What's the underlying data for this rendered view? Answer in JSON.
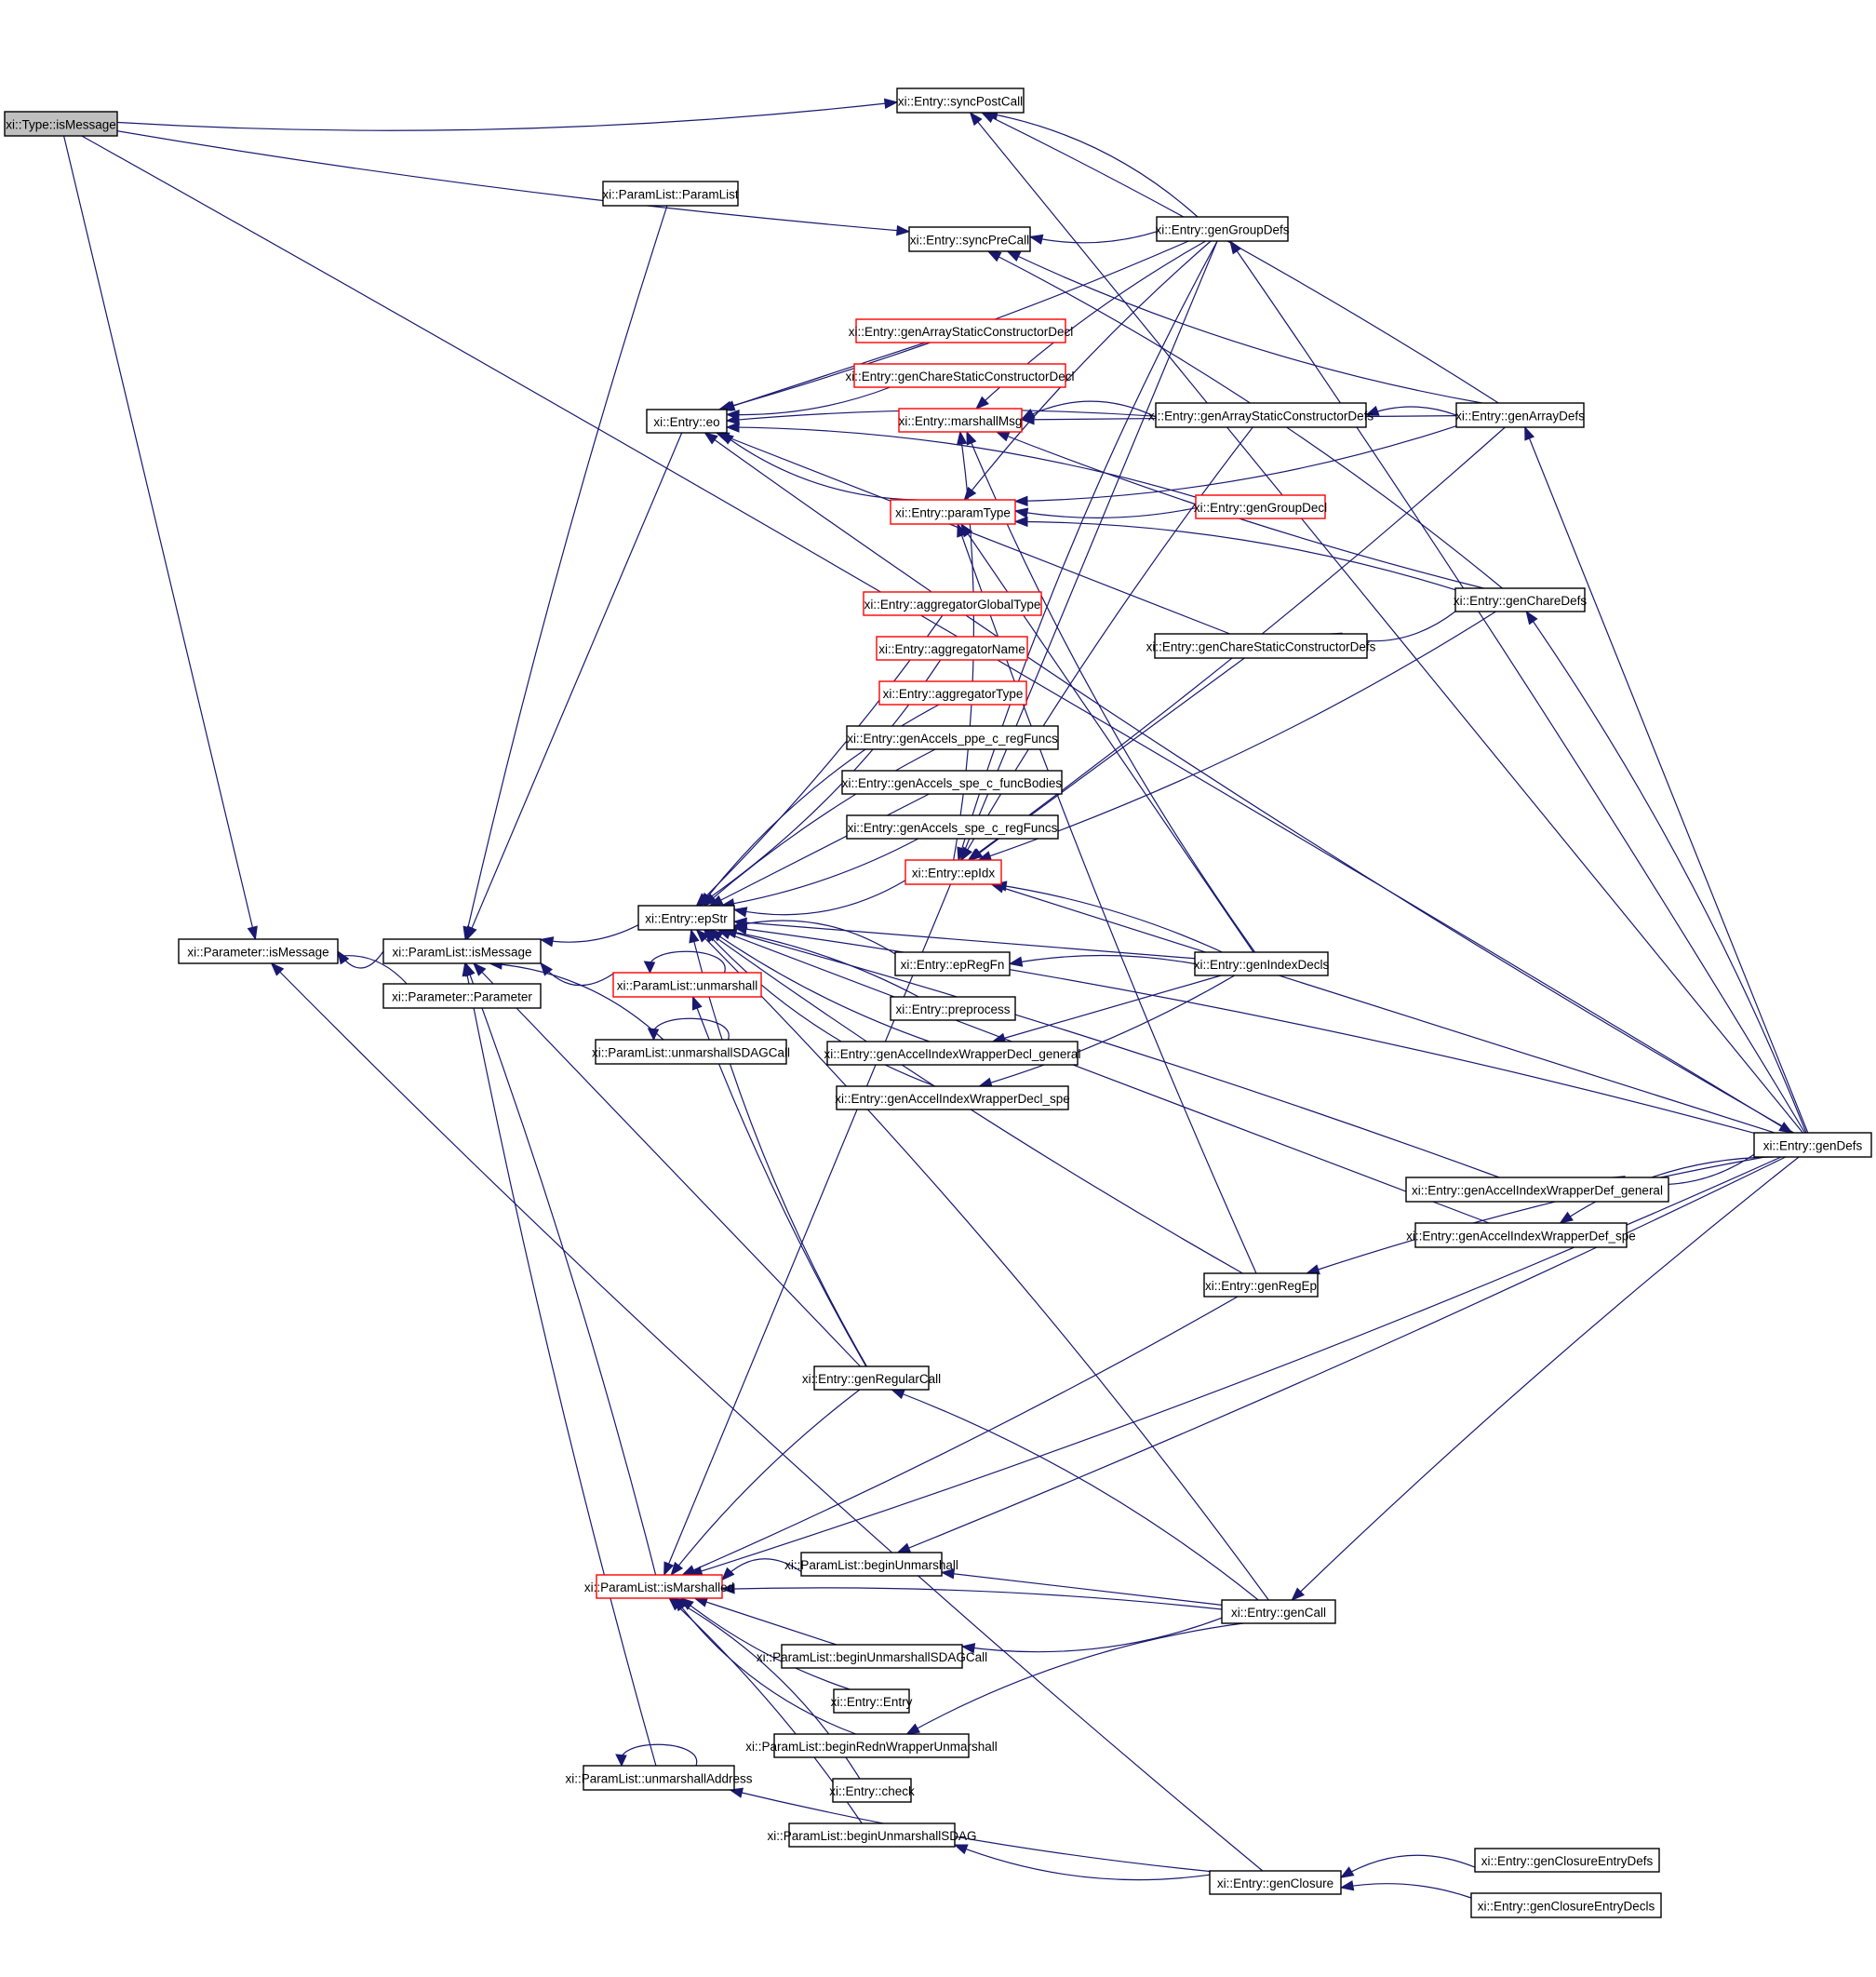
{
  "title": "Caller graph for xi::Type::isMessage",
  "colors": {
    "edge": "#191970",
    "border_default": "#000000",
    "border_truncated": "#ff0000",
    "root_fill": "#bfbfbf"
  },
  "nodes": [
    {
      "id": "type_isMessage",
      "label": "xi::Type::isMessage",
      "style": "root"
    },
    {
      "id": "syncPostCall",
      "label": "xi::Entry::syncPostCall",
      "style": "normal"
    },
    {
      "id": "syncPreCall",
      "label": "xi::Entry::syncPreCall",
      "style": "normal"
    },
    {
      "id": "genGroupDefs",
      "label": "xi::Entry::genGroupDefs",
      "style": "normal"
    },
    {
      "id": "paramList_ctor",
      "label": "xi::ParamList::ParamList",
      "style": "normal"
    },
    {
      "id": "genArrayStaticConstructorDecl",
      "label": "xi::Entry::genArrayStaticConstructorDecl",
      "style": "red"
    },
    {
      "id": "genChareStaticConstructorDecl",
      "label": "xi::Entry::genChareStaticConstructorDecl",
      "style": "red"
    },
    {
      "id": "marshallMsg",
      "label": "xi::Entry::marshallMsg",
      "style": "red"
    },
    {
      "id": "eo",
      "label": "xi::Entry::eo",
      "style": "normal"
    },
    {
      "id": "genArrayStaticConstructorDefs",
      "label": "xi::Entry::genArrayStaticConstructorDefs",
      "style": "normal"
    },
    {
      "id": "genArrayDefs",
      "label": "xi::Entry::genArrayDefs",
      "style": "normal"
    },
    {
      "id": "genGroupDecl",
      "label": "xi::Entry::genGroupDecl",
      "style": "red"
    },
    {
      "id": "paramType",
      "label": "xi::Entry::paramType",
      "style": "red"
    },
    {
      "id": "genChareDefs",
      "label": "xi::Entry::genChareDefs",
      "style": "normal"
    },
    {
      "id": "genChareStaticConstructorDefs",
      "label": "xi::Entry::genChareStaticConstructorDefs",
      "style": "normal"
    },
    {
      "id": "aggregatorGlobalType",
      "label": "xi::Entry::aggregatorGlobalType",
      "style": "red"
    },
    {
      "id": "aggregatorName",
      "label": "xi::Entry::aggregatorName",
      "style": "red"
    },
    {
      "id": "aggregatorType",
      "label": "xi::Entry::aggregatorType",
      "style": "red"
    },
    {
      "id": "genAccels_ppe_c_regFuncs",
      "label": "xi::Entry::genAccels_ppe_c_regFuncs",
      "style": "normal"
    },
    {
      "id": "genAccels_spe_c_funcBodies",
      "label": "xi::Entry::genAccels_spe_c_funcBodies",
      "style": "normal"
    },
    {
      "id": "genAccels_spe_c_regFuncs",
      "label": "xi::Entry::genAccels_spe_c_regFuncs",
      "style": "normal"
    },
    {
      "id": "epIdx",
      "label": "xi::Entry::epIdx",
      "style": "red"
    },
    {
      "id": "epStr",
      "label": "xi::Entry::epStr",
      "style": "normal"
    },
    {
      "id": "epRegFn",
      "label": "xi::Entry::epRegFn",
      "style": "normal"
    },
    {
      "id": "unmarshall",
      "label": "xi::ParamList::unmarshall",
      "style": "red"
    },
    {
      "id": "preprocess",
      "label": "xi::Entry::preprocess",
      "style": "normal"
    },
    {
      "id": "unmarshallSDAGCall",
      "label": "xi::ParamList::unmarshallSDAGCall",
      "style": "normal"
    },
    {
      "id": "genIndexDecls",
      "label": "xi::Entry::genIndexDecls",
      "style": "normal"
    },
    {
      "id": "genAccelIndexWrapperDecl_general",
      "label": "xi::Entry::genAccelIndexWrapperDecl_general",
      "style": "normal"
    },
    {
      "id": "genAccelIndexWrapperDecl_spe",
      "label": "xi::Entry::genAccelIndexWrapperDecl_spe",
      "style": "normal"
    },
    {
      "id": "genDefs",
      "label": "xi::Entry::genDefs",
      "style": "normal"
    },
    {
      "id": "parameter_isMessage",
      "label": "xi::Parameter::isMessage",
      "style": "normal"
    },
    {
      "id": "paramList_isMessage",
      "label": "xi::ParamList::isMessage",
      "style": "normal"
    },
    {
      "id": "parameter_ctor",
      "label": "xi::Parameter::Parameter",
      "style": "normal"
    },
    {
      "id": "genAccelIndexWrapperDef_general",
      "label": "xi::Entry::genAccelIndexWrapperDef_general",
      "style": "normal"
    },
    {
      "id": "genAccelIndexWrapperDef_spe",
      "label": "xi::Entry::genAccelIndexWrapperDef_spe",
      "style": "normal"
    },
    {
      "id": "genRegEp",
      "label": "xi::Entry::genRegEp",
      "style": "normal"
    },
    {
      "id": "genRegularCall",
      "label": "xi::Entry::genRegularCall",
      "style": "normal"
    },
    {
      "id": "beginUnmarshall",
      "label": "xi::ParamList::beginUnmarshall",
      "style": "normal"
    },
    {
      "id": "isMarshalled",
      "label": "xi::ParamList::isMarshalled",
      "style": "red"
    },
    {
      "id": "genCall",
      "label": "xi::Entry::genCall",
      "style": "normal"
    },
    {
      "id": "beginUnmarshallSDAGCall",
      "label": "xi::ParamList::beginUnmarshallSDAGCall",
      "style": "normal"
    },
    {
      "id": "entry_ctor",
      "label": "xi::Entry::Entry",
      "style": "normal"
    },
    {
      "id": "beginRednWrapperUnmarshall",
      "label": "xi::ParamList::beginRednWrapperUnmarshall",
      "style": "normal"
    },
    {
      "id": "unmarshallAddress",
      "label": "xi::ParamList::unmarshallAddress",
      "style": "normal"
    },
    {
      "id": "check",
      "label": "xi::Entry::check",
      "style": "normal"
    },
    {
      "id": "beginUnmarshallSDAG",
      "label": "xi::ParamList::beginUnmarshallSDAG",
      "style": "normal"
    },
    {
      "id": "genClosure",
      "label": "xi::Entry::genClosure",
      "style": "normal"
    },
    {
      "id": "genClosureEntryDefs",
      "label": "xi::Entry::genClosureEntryDefs",
      "style": "normal"
    },
    {
      "id": "genClosureEntryDecls",
      "label": "xi::Entry::genClosureEntryDecls",
      "style": "normal"
    }
  ],
  "edges": [
    [
      "syncPostCall",
      "type_isMessage"
    ],
    [
      "syncPreCall",
      "type_isMessage"
    ],
    [
      "parameter_isMessage",
      "type_isMessage"
    ],
    [
      "genDefs",
      "type_isMessage"
    ],
    [
      "parameter_isMessage",
      "paramList_isMessage"
    ],
    [
      "parameter_isMessage",
      "parameter_ctor"
    ],
    [
      "paramList_isMessage",
      "paramList_ctor"
    ],
    [
      "paramList_isMessage",
      "eo"
    ],
    [
      "paramList_isMessage",
      "epStr"
    ],
    [
      "paramList_isMessage",
      "unmarshall"
    ],
    [
      "paramList_isMessage",
      "unmarshallSDAGCall"
    ],
    [
      "paramList_isMessage",
      "isMarshalled"
    ],
    [
      "paramList_isMessage",
      "genRegularCall"
    ],
    [
      "paramList_isMessage",
      "unmarshallAddress"
    ],
    [
      "parameter_isMessage",
      "genClosure"
    ],
    [
      "syncPostCall",
      "genGroupDefs"
    ],
    [
      "syncPostCall",
      "genArrayDefs"
    ],
    [
      "syncPostCall",
      "genDefs"
    ],
    [
      "syncPreCall",
      "genGroupDefs"
    ],
    [
      "syncPreCall",
      "genArrayDefs"
    ],
    [
      "syncPreCall",
      "genChareDefs"
    ],
    [
      "genGroupDefs",
      "genDefs"
    ],
    [
      "eo",
      "genArrayStaticConstructorDecl"
    ],
    [
      "eo",
      "genChareStaticConstructorDecl"
    ],
    [
      "eo",
      "paramType"
    ],
    [
      "eo",
      "genGroupDecl"
    ],
    [
      "eo",
      "genArrayStaticConstructorDefs"
    ],
    [
      "eo",
      "genChareStaticConstructorDefs"
    ],
    [
      "eo",
      "genGroupDefs"
    ],
    [
      "eo",
      "genDefs"
    ],
    [
      "marshallMsg",
      "genArrayStaticConstructorDefs"
    ],
    [
      "marshallMsg",
      "genGroupDefs"
    ],
    [
      "marshallMsg",
      "genArrayDefs"
    ],
    [
      "marshallMsg",
      "genChareDefs"
    ],
    [
      "marshallMsg",
      "genIndexDecls"
    ],
    [
      "marshallMsg",
      "epIdx"
    ],
    [
      "genArrayStaticConstructorDefs",
      "genArrayDefs"
    ],
    [
      "genArrayDefs",
      "genDefs"
    ],
    [
      "paramType",
      "genGroupDecl"
    ],
    [
      "paramType",
      "genArrayDefs"
    ],
    [
      "paramType",
      "genChareDefs"
    ],
    [
      "paramType",
      "genGroupDefs"
    ],
    [
      "paramType",
      "genIndexDecls"
    ],
    [
      "paramType",
      "genRegEp"
    ],
    [
      "genChareStaticConstructorDefs",
      "genChareDefs"
    ],
    [
      "genChareDefs",
      "genDefs"
    ],
    [
      "epIdx",
      "genArrayStaticConstructorDefs"
    ],
    [
      "epIdx",
      "genChareStaticConstructorDefs"
    ],
    [
      "epIdx",
      "genArrayDefs"
    ],
    [
      "epIdx",
      "genChareDefs"
    ],
    [
      "epIdx",
      "genGroupDefs"
    ],
    [
      "epIdx",
      "genIndexDecls"
    ],
    [
      "epIdx",
      "genDefs"
    ],
    [
      "epStr",
      "aggregatorGlobalType"
    ],
    [
      "epStr",
      "aggregatorName"
    ],
    [
      "epStr",
      "aggregatorType"
    ],
    [
      "epStr",
      "genAccels_ppe_c_regFuncs"
    ],
    [
      "epStr",
      "genAccels_spe_c_funcBodies"
    ],
    [
      "epStr",
      "genAccels_spe_c_regFuncs"
    ],
    [
      "epStr",
      "epIdx"
    ],
    [
      "epStr",
      "epRegFn"
    ],
    [
      "epStr",
      "preprocess"
    ],
    [
      "epStr",
      "genIndexDecls"
    ],
    [
      "epStr",
      "genAccelIndexWrapperDecl_general"
    ],
    [
      "epStr",
      "genAccelIndexWrapperDecl_spe"
    ],
    [
      "epStr",
      "genDefs"
    ],
    [
      "epStr",
      "genAccelIndexWrapperDef_general"
    ],
    [
      "epStr",
      "genAccelIndexWrapperDef_spe"
    ],
    [
      "epStr",
      "genRegEp"
    ],
    [
      "epStr",
      "genRegularCall"
    ],
    [
      "epStr",
      "genCall"
    ],
    [
      "epRegFn",
      "genIndexDecls"
    ],
    [
      "genAccelIndexWrapperDecl_general",
      "genIndexDecls"
    ],
    [
      "genAccelIndexWrapperDecl_spe",
      "genIndexDecls"
    ],
    [
      "genAccelIndexWrapperDef_general",
      "genDefs"
    ],
    [
      "genAccelIndexWrapperDef_spe",
      "genDefs"
    ],
    [
      "genRegEp",
      "genDefs"
    ],
    [
      "unmarshall",
      "unmarshall"
    ],
    [
      "unmarshall",
      "genRegularCall"
    ],
    [
      "unmarshallSDAGCall",
      "unmarshallSDAGCall"
    ],
    [
      "genRegularCall",
      "genCall"
    ],
    [
      "isMarshalled",
      "genRegularCall"
    ],
    [
      "isMarshalled",
      "genGroupDefs"
    ],
    [
      "isMarshalled",
      "genRegEp"
    ],
    [
      "isMarshalled",
      "genDefs"
    ],
    [
      "isMarshalled",
      "beginUnmarshall"
    ],
    [
      "isMarshalled",
      "genCall"
    ],
    [
      "isMarshalled",
      "beginUnmarshallSDAGCall"
    ],
    [
      "isMarshalled",
      "entry_ctor"
    ],
    [
      "isMarshalled",
      "beginRednWrapperUnmarshall"
    ],
    [
      "isMarshalled",
      "check"
    ],
    [
      "isMarshalled",
      "beginUnmarshallSDAG"
    ],
    [
      "beginUnmarshall",
      "genCall"
    ],
    [
      "beginUnmarshall",
      "genDefs"
    ],
    [
      "beginUnmarshallSDAGCall",
      "genCall"
    ],
    [
      "beginRednWrapperUnmarshall",
      "genCall"
    ],
    [
      "genCall",
      "genDefs"
    ],
    [
      "unmarshallAddress",
      "unmarshallAddress"
    ],
    [
      "unmarshallAddress",
      "genClosure"
    ],
    [
      "beginUnmarshallSDAG",
      "genClosure"
    ],
    [
      "genClosure",
      "genClosureEntryDefs"
    ],
    [
      "genClosure",
      "genClosureEntryDecls"
    ]
  ]
}
